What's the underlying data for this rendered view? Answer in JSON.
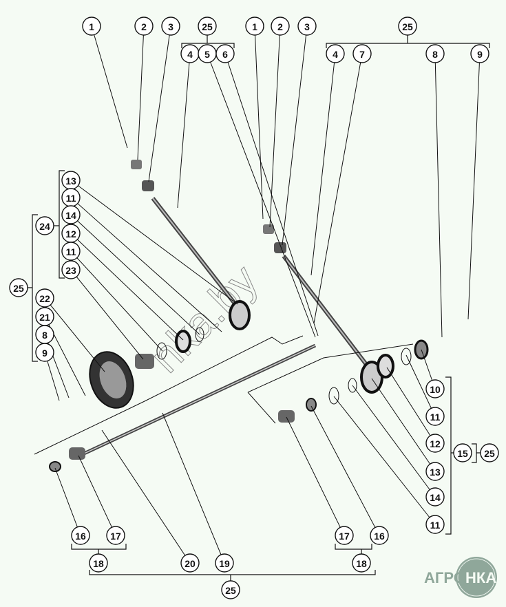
{
  "diagram": {
    "callouts": [
      "1",
      "2",
      "3",
      "25",
      "4",
      "5",
      "6",
      "1",
      "2",
      "3",
      "25",
      "4",
      "7",
      "8",
      "9",
      "13",
      "11",
      "14",
      "12",
      "11",
      "23",
      "24",
      "25",
      "22",
      "21",
      "8",
      "9",
      "10",
      "11",
      "12",
      "15",
      "25",
      "13",
      "14",
      "11",
      "16",
      "17",
      "18",
      "20",
      "19",
      "17",
      "16",
      "18",
      "25"
    ],
    "watermark": "nka.by",
    "logo": "АГРО НКА"
  }
}
